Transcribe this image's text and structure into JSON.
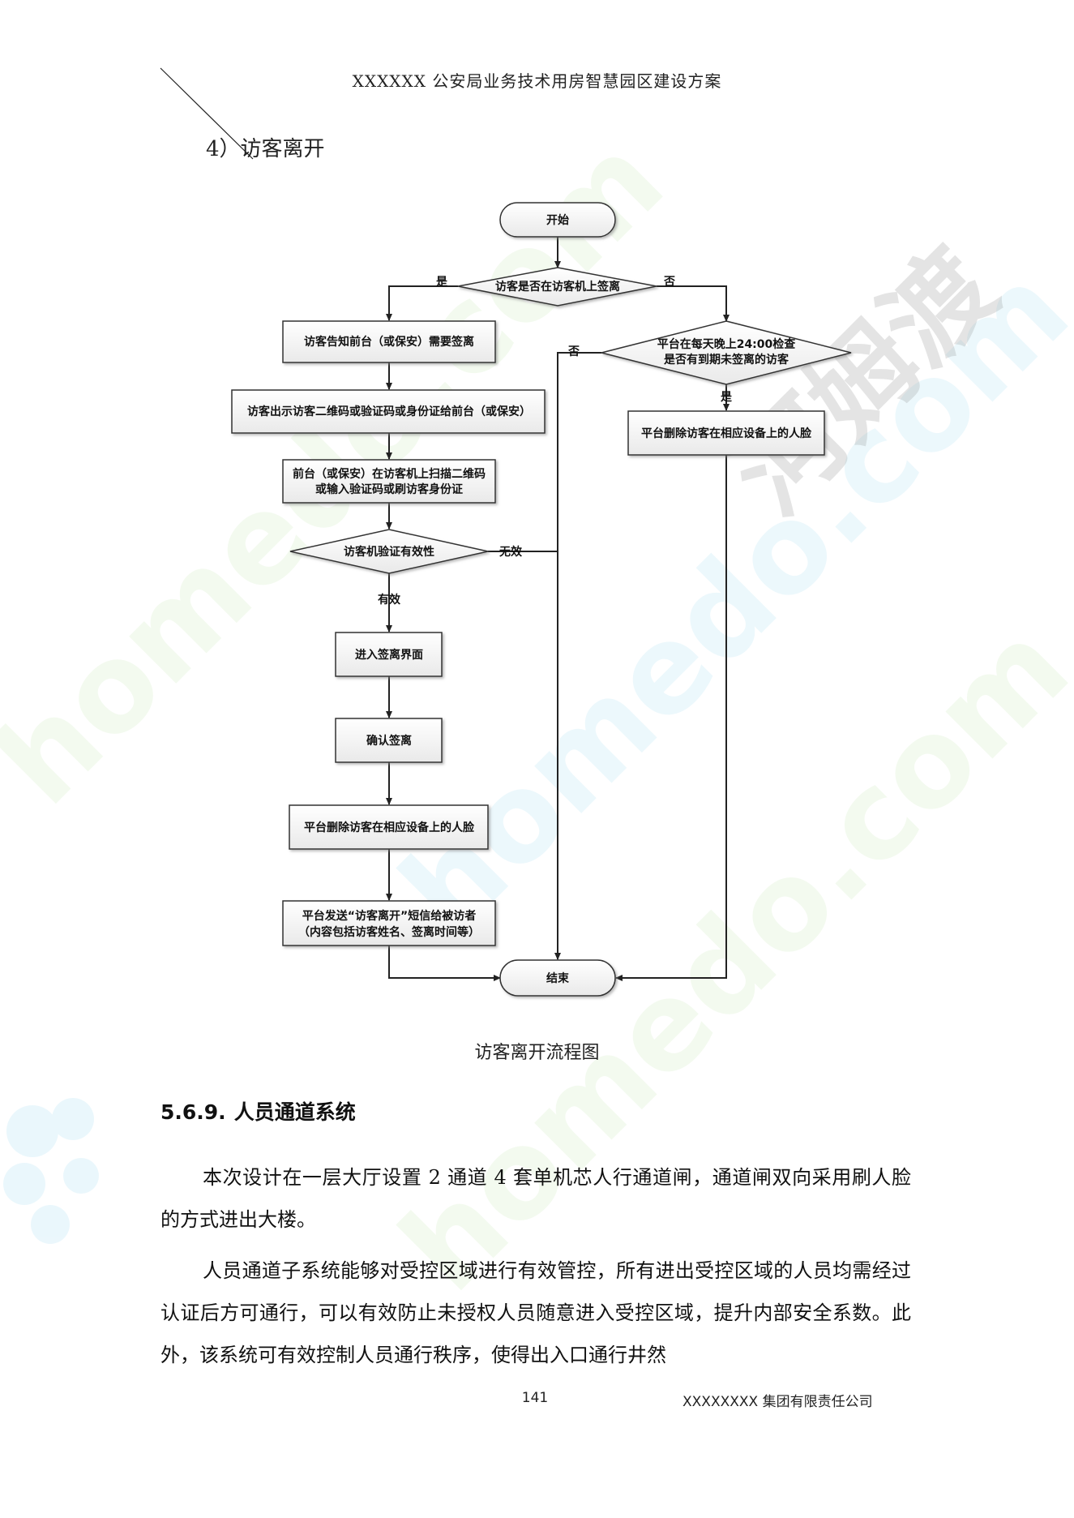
{
  "header": {
    "title": "XXXXXX 公安局业务技术用房智慧园区建设方案"
  },
  "sub_heading": "4）访客离开",
  "flowchart": {
    "start": "开始",
    "d1": "访客是否在访客机上签离",
    "d1_yes": "是",
    "d1_no": "否",
    "b1": "访客告知前台（或保安）需要签离",
    "b2": "访客出示访客二维码或验证码或身份证给前台（或保安）",
    "b3_line1": "前台（或保安）在访客机上扫描二维码",
    "b3_line2": "或输入验证码或刷访客身份证",
    "d2": "访客机验证有效性",
    "d2_invalid": "无效",
    "d2_valid": "有效",
    "b4": "进入签离界面",
    "b5": "确认签离",
    "b6": "平台删除访客在相应设备上的人脸",
    "b7_line1": "平台发送“访客离开”短信给被访者",
    "b7_line2": "（内容包括访客姓名、签离时间等）",
    "d3_line1": "平台在每天晚上24:00检查",
    "d3_line2": "是否有到期未签离的访客",
    "d3_yes": "是",
    "d3_no": "否",
    "b8": "平台删除访客在相应设备上的人脸",
    "end": "结束"
  },
  "caption": "访客离开流程图",
  "section": {
    "number": "5.6.9.",
    "title": "人员通道系统"
  },
  "paragraphs": [
    "本次设计在一层大厅设置 2 通道 4 套单机芯人行通道闸，通道闸双向采用刷人脸的方式进出大楼。",
    "人员通道子系统能够对受控区域进行有效管控，所有进出受控区域的人员均需经过认证后方可通行，可以有效防止未授权人员随意进入受控区域，提升内部安全系数。此外，该系统可有效控制人员通行秩序，使得出入口通行井然"
  ],
  "footer": {
    "page": "141",
    "company": "XXXXXXXX 集团有限责任公司"
  },
  "watermarks": [
    "homedo.com",
    "homedo.com",
    "homedo.com",
    "河姆渡"
  ]
}
